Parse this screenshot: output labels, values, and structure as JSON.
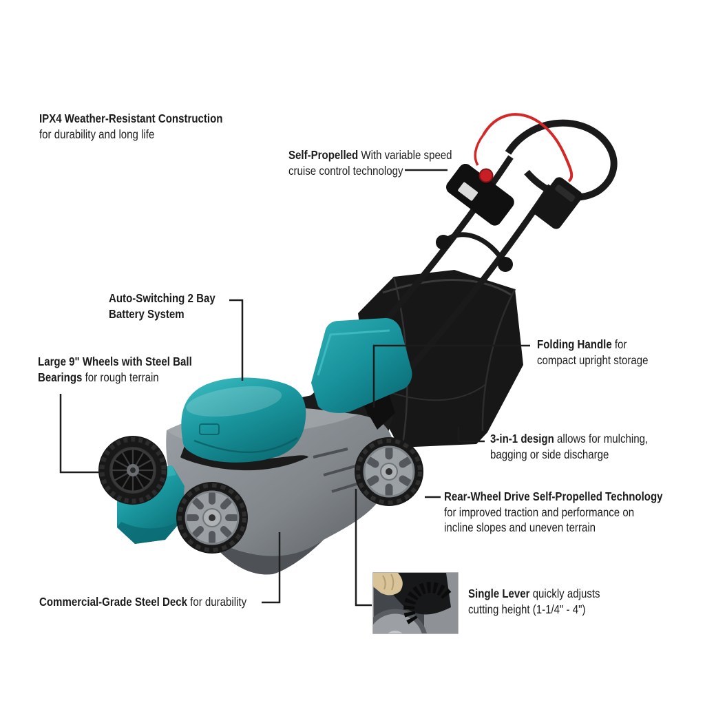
{
  "diagram_title": "Cordless self-propelled lawn mower feature callout diagram",
  "colors": {
    "background": "#ffffff",
    "text": "#1b1b1b",
    "leader_line": "#1c1c1c",
    "mower_teal": "#1b98a0",
    "mower_teal_light": "#3fbfc4",
    "mower_teal_dark": "#0d7179",
    "deck_gray": "#83878c",
    "wheel_hub_gray": "#9aa0a4",
    "frame_black": "#1a1a1a",
    "cable_red": "#d32828",
    "button_red": "#c81f26",
    "glove_tan": "#d9c49a"
  },
  "callouts": {
    "ipx4": {
      "line1_bold": "IPX4 Weather-Resistant Construction",
      "line2": "for durability and long life"
    },
    "self_propelled": {
      "line1_bold": "Self-Propelled",
      "line1_rest": " With variable speed",
      "line2": "cruise control technology"
    },
    "auto_switching": {
      "line1_bold": "Auto-Switching 2 Bay",
      "line2_bold": "Battery System"
    },
    "large_wheels": {
      "line1_bold": "Large 9\" Wheels with Steel Ball",
      "line2_bold": "Bearings",
      "line2_rest": " for rough terrain"
    },
    "folding_handle": {
      "line1_bold": "Folding Handle",
      "line1_rest": " for",
      "line2": "compact upright storage"
    },
    "three_in_one": {
      "line1_bold": "3-in-1 design",
      "line1_rest": " allows for mulching,",
      "line2": "bagging or side discharge"
    },
    "rear_wheel_drive": {
      "line1_bold": "Rear-Wheel Drive Self-Propelled Technology",
      "line2": "for improved traction and performance on",
      "line3": "incline slopes and uneven terrain"
    },
    "steel_deck": {
      "line1_bold": "Commercial-Grade Steel Deck",
      "line1_rest": " for durability"
    },
    "single_lever": {
      "line1_bold": "Single Lever",
      "line1_rest": " quickly adjusts",
      "line2": "cutting height (1-1/4\" - 4\")"
    }
  }
}
